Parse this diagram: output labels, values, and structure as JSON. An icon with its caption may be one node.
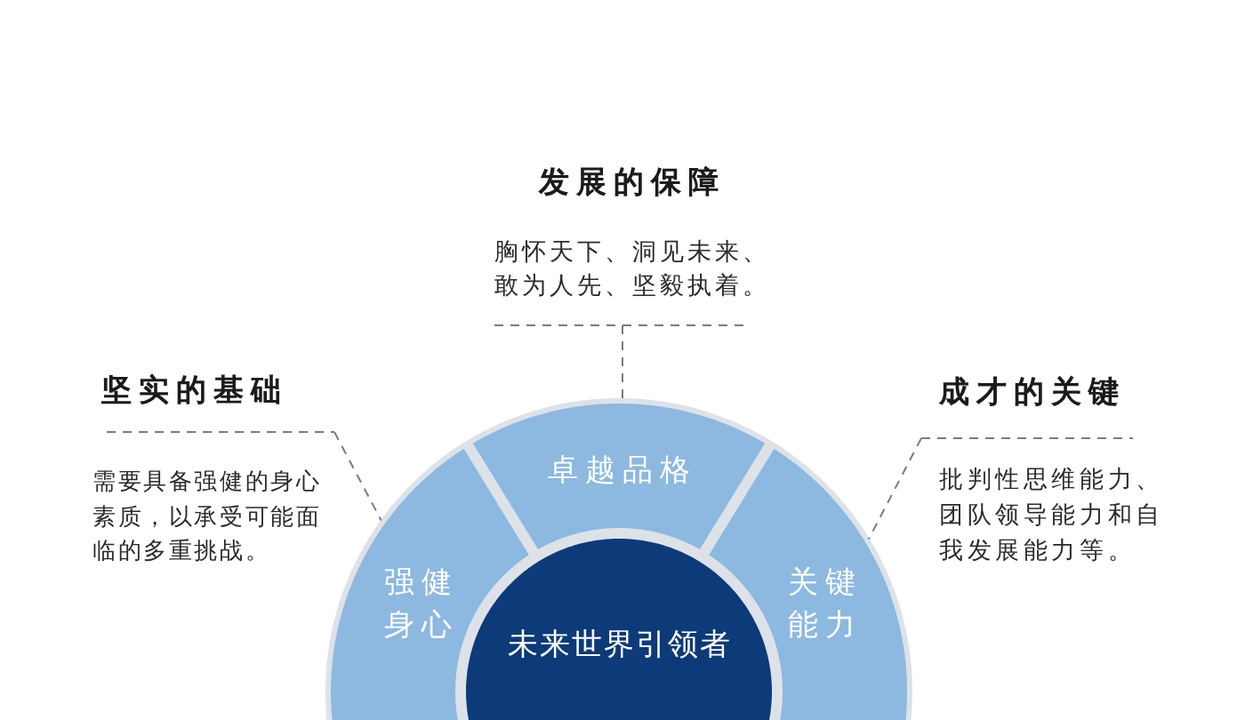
{
  "diagram": {
    "nodes": [
      {
        "text": [
          "发展的保障",
          "胸怀天下、洞见未来、敢为人先、坚毅执着。"
        ]
      },
      {
        "text": [
          "坚实的基础",
          "需要具备强健的身心素质，以承受可能面临的多重挑战。"
        ]
      },
      {
        "text": [
          "成才的关键",
          "批判性思维能力、团队领导能力和自我发展能力等。"
        ]
      },
      {
        "text": [
          "卓越品格"
        ]
      },
      {
        "text": [
          "强健身心"
        ]
      },
      {
        "text": [
          "关键能力"
        ]
      },
      {
        "text": [
          "未来世界引领者"
        ]
      }
    ],
    "edges": [
      {
        "from": 0,
        "to": 3,
        "arrow": "none",
        "style": "dashed"
      },
      {
        "from": 1,
        "to": 4,
        "arrow": "none",
        "style": "dashed"
      },
      {
        "from": 2,
        "to": 5,
        "arrow": "none",
        "style": "dashed"
      }
    ]
  }
}
